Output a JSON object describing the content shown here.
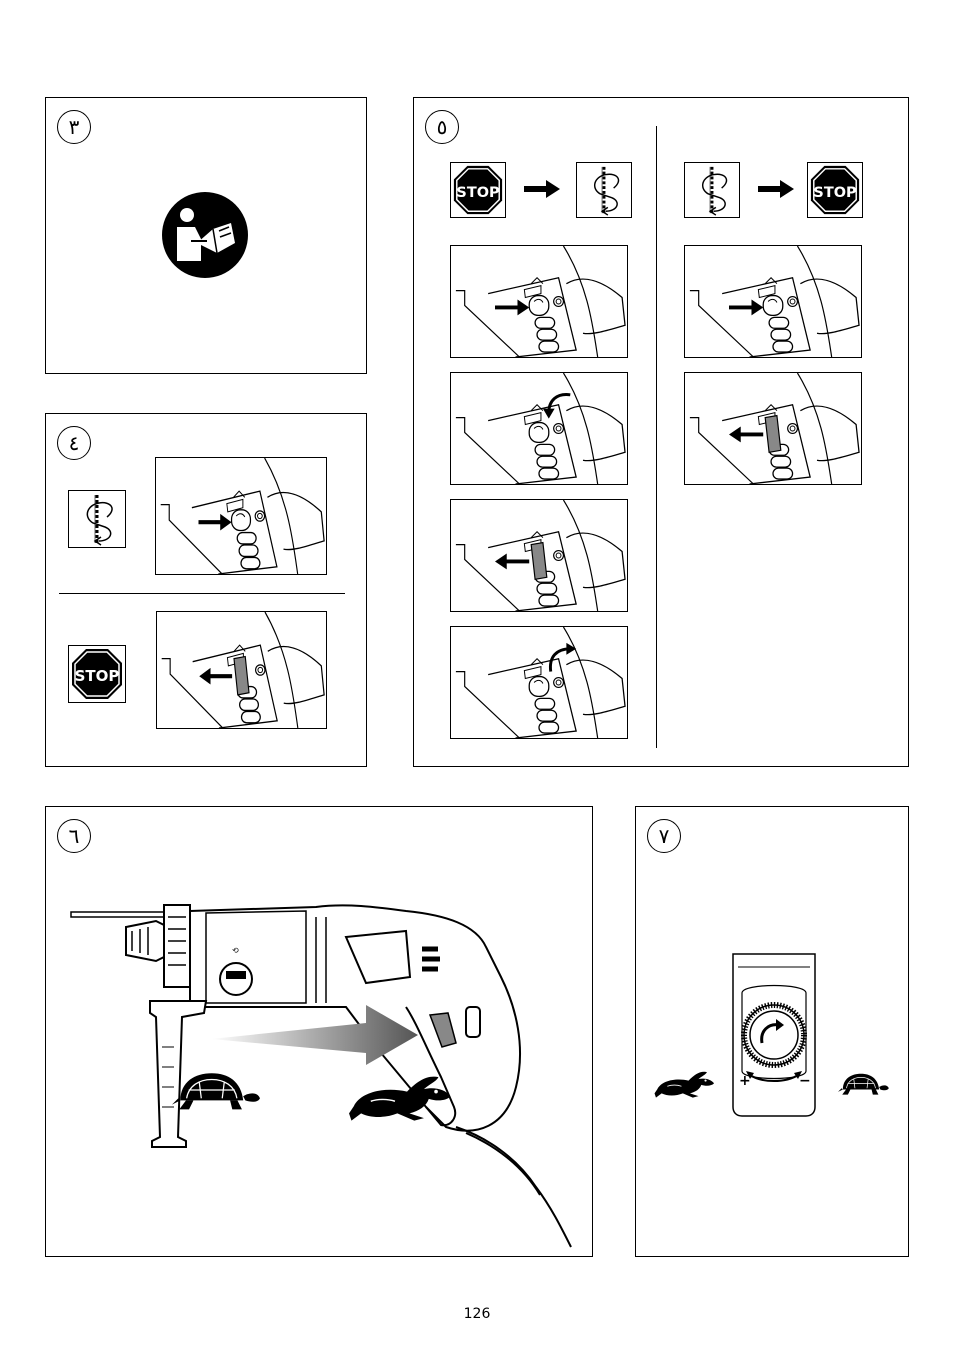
{
  "panels": {
    "p3": {
      "number": "٣",
      "icon": "read-manual-icon"
    },
    "p4": {
      "number": "٤",
      "top_symbol": "rotation-drill-icon",
      "bottom_symbol": "stop-sign-icon",
      "stop_label": "STOP"
    },
    "p5": {
      "number": "٥",
      "stop_label": "STOP",
      "left_sequence": [
        "stop-sign-icon",
        "arrow-right-icon",
        "rotation-drill-icon"
      ],
      "right_sequence": [
        "rotation-drill-icon",
        "arrow-right-icon",
        "stop-sign-icon"
      ]
    },
    "p6": {
      "number": "٦",
      "slow_icon": "turtle-icon",
      "fast_icon": "rabbit-icon"
    },
    "p7": {
      "number": "٧",
      "plus": "+",
      "minus": "−",
      "fast_icon": "rabbit-icon",
      "slow_icon": "turtle-icon"
    }
  },
  "page_number": "126"
}
